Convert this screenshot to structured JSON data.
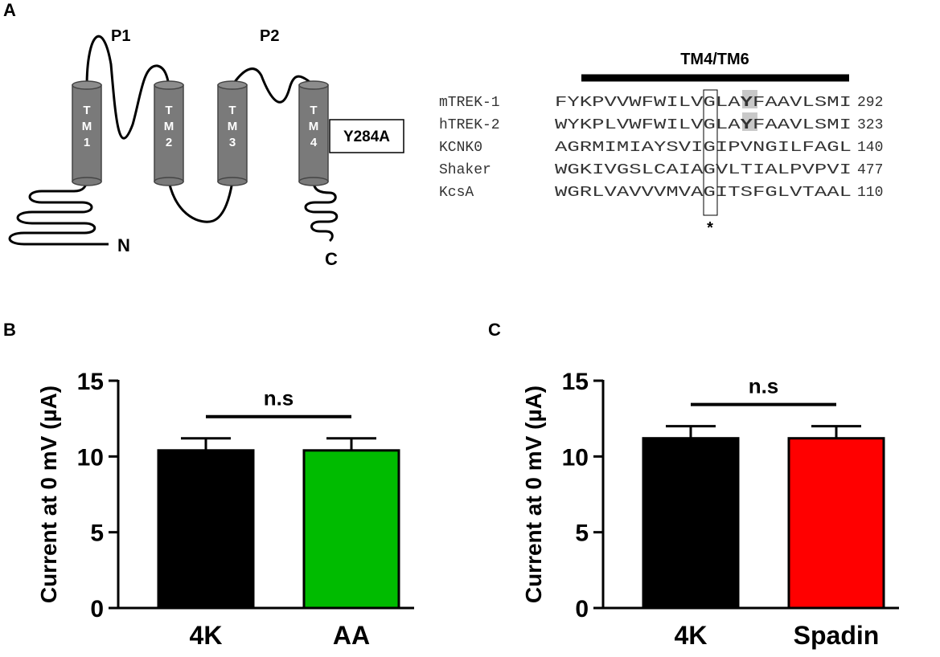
{
  "panels": {
    "A": {
      "label": "A",
      "topology": {
        "segments": [
          "TM 1",
          "TM 2",
          "TM 3",
          "TM 4"
        ],
        "pore_loops": [
          "P1",
          "P2"
        ],
        "n_terminus": "N",
        "c_terminus": "C",
        "mutation": "Y284A"
      },
      "alignment": {
        "region_label": "TM4/TM6",
        "rows": [
          {
            "name": "mTREK-1",
            "seq": "FYKPVVWFWILVGLAYFAAVLSMI",
            "pos": "292"
          },
          {
            "name": "hTREK-2",
            "seq": "WYKPLVWFWILVGLAYFAAVLSMI",
            "pos": "323"
          },
          {
            "name": "KCNK0",
            "seq": "AGRMIMIAYSVIGIPVNGILFAGL",
            "pos": "140"
          },
          {
            "name": "Shaker",
            "seq": "WGKIVGSLCAIAGVLTIALPVPVI",
            "pos": "477"
          },
          {
            "name": "KcsA",
            "seq": "WGRLVAVVVMVAGITSFGLVTAAL",
            "pos": "110"
          }
        ],
        "boxed_column": 12,
        "highlighted_column": 15,
        "highlighted_rows": [
          0,
          1
        ],
        "marker": "*"
      }
    },
    "B": {
      "label": "B"
    },
    "C": {
      "label": "C"
    }
  },
  "chart_data": [
    {
      "panel": "B",
      "type": "bar",
      "categories": [
        "4K",
        "AA"
      ],
      "values": [
        10.4,
        10.4
      ],
      "errors": [
        0.8,
        0.8
      ],
      "colors": [
        "#000000",
        "#00bb00"
      ],
      "ylabel": "Current at 0 mV (µA)",
      "xlabel": "",
      "ylim": [
        0,
        15
      ],
      "yticks": [
        "0",
        "5",
        "10",
        "15"
      ],
      "annotation": "n.s"
    },
    {
      "panel": "C",
      "type": "bar",
      "categories": [
        "4K",
        "Spadin"
      ],
      "values": [
        11.2,
        11.2
      ],
      "errors": [
        0.8,
        0.8
      ],
      "colors": [
        "#000000",
        "#ff0000"
      ],
      "ylabel": "Current at 0 mV (µA)",
      "xlabel": "",
      "ylim": [
        0,
        15
      ],
      "yticks": [
        "0",
        "5",
        "10",
        "15"
      ],
      "annotation": "n.s"
    }
  ]
}
